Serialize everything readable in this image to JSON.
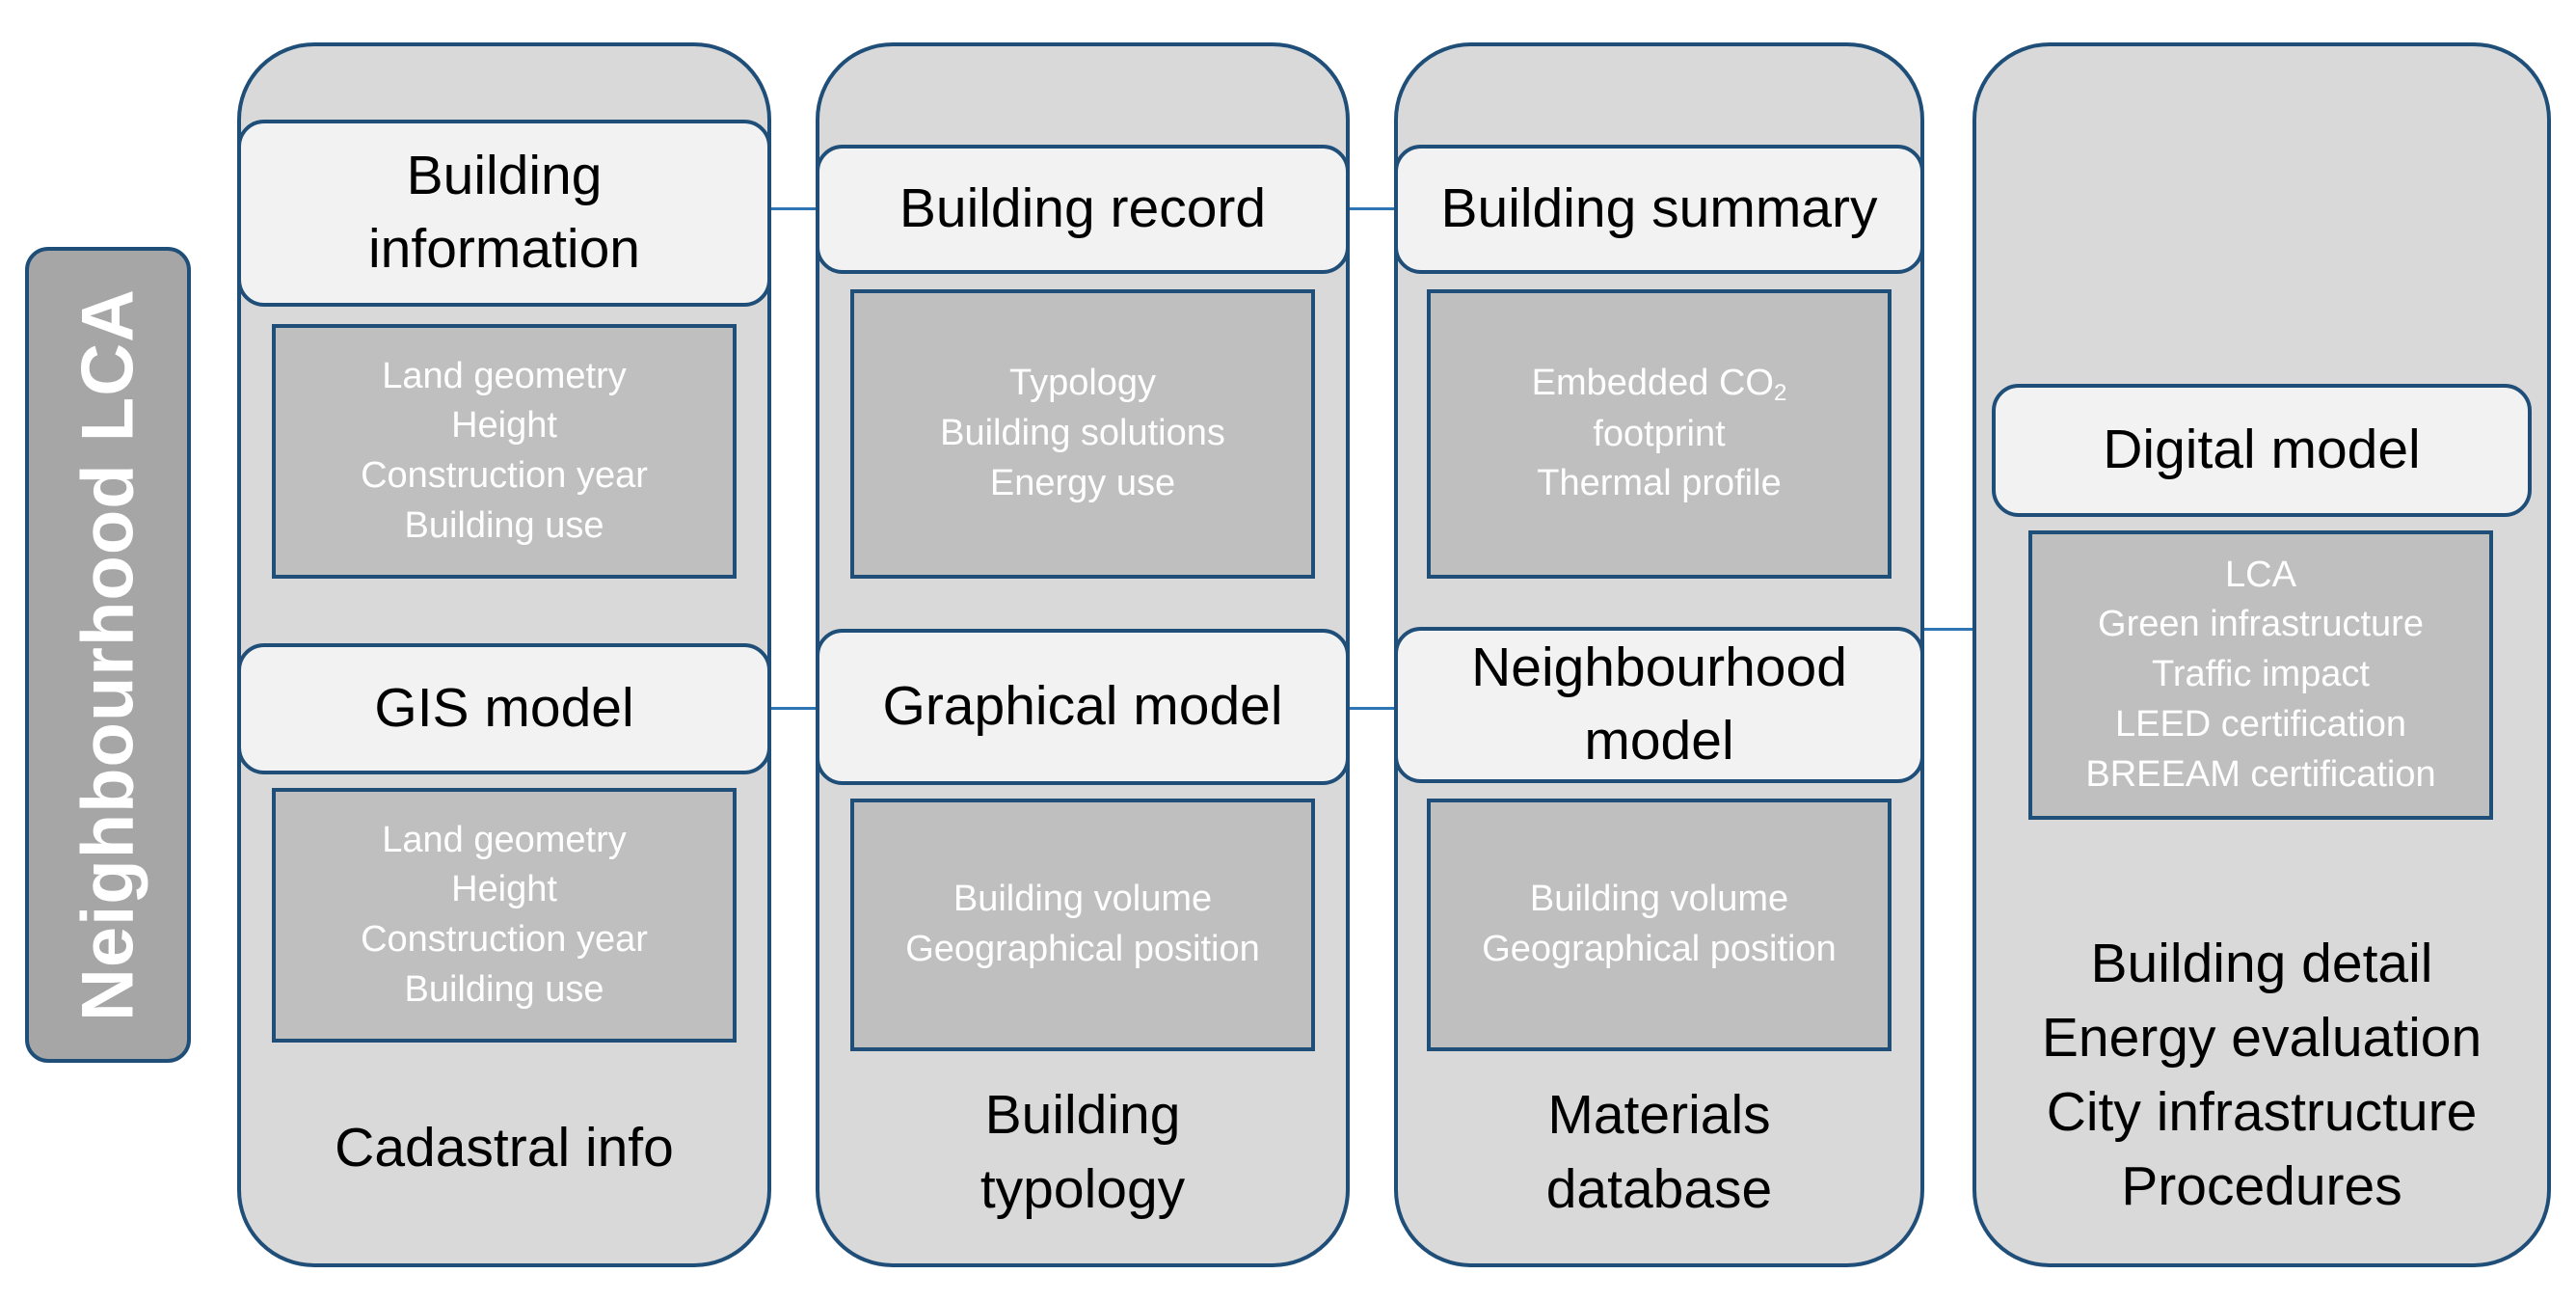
{
  "side_label": "Neighbourhood LCA",
  "columns": [
    {
      "footer": "Cadastral info",
      "blocks": [
        {
          "title": "Building\ninformation",
          "items": [
            "Land geometry",
            "Height",
            "Construction year",
            "Building use"
          ]
        },
        {
          "title": "GIS model",
          "items": [
            "Land geometry",
            "Height",
            "Construction year",
            "Building use"
          ]
        }
      ]
    },
    {
      "footer": "Building\ntypology",
      "blocks": [
        {
          "title": "Building record",
          "items": [
            "Typology",
            "Building solutions",
            "Energy use"
          ]
        },
        {
          "title": "Graphical model",
          "items": [
            "Building volume",
            "Geographical position"
          ]
        }
      ]
    },
    {
      "footer": "Materials\ndatabase",
      "blocks": [
        {
          "title": "Building summary",
          "items": [
            "Embedded CO",
            "2",
            "footprint",
            "Thermal profile"
          ]
        },
        {
          "title": "Neighbourhood\nmodel",
          "items": [
            "Building volume",
            "Geographical position"
          ]
        }
      ]
    },
    {
      "footer": "Building detail\nEnergy evaluation\nCity infrastructure\nProcedures",
      "blocks": [
        {
          "title": "Digital model",
          "items": [
            "LCA",
            "Green infrastructure",
            "Traffic impact",
            "LEED certification",
            "BREEAM certification"
          ]
        }
      ]
    }
  ]
}
